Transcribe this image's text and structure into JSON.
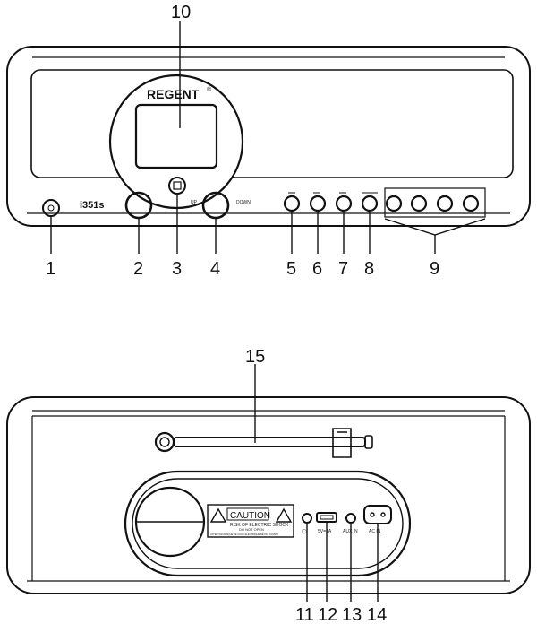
{
  "front": {
    "brand": "REGENT",
    "brand_mark": "®",
    "model": "i351s",
    "label_up": "UP",
    "label_down": "DOWN"
  },
  "back": {
    "caution_title": "CAUTION",
    "caution_line1": "RISK OF ELECTRIC SHOCK",
    "caution_line2": "DO NOT OPEN",
    "caution_line3": "ATTENTION RISQUE DE CHOC ELECTRIQUE NE PAS OUVRIR",
    "label_usb": "5V=1A",
    "label_aux": "AUX IN",
    "label_ac": "AC IN"
  },
  "callouts": {
    "c1": "1",
    "c2": "2",
    "c3": "3",
    "c4": "4",
    "c5": "5",
    "c6": "6",
    "c7": "7",
    "c8": "8",
    "c9": "9",
    "c10": "10",
    "c11": "11",
    "c12": "12",
    "c13": "13",
    "c14": "14",
    "c15": "15"
  },
  "colors": {
    "stroke": "#111111",
    "background": "#ffffff"
  }
}
